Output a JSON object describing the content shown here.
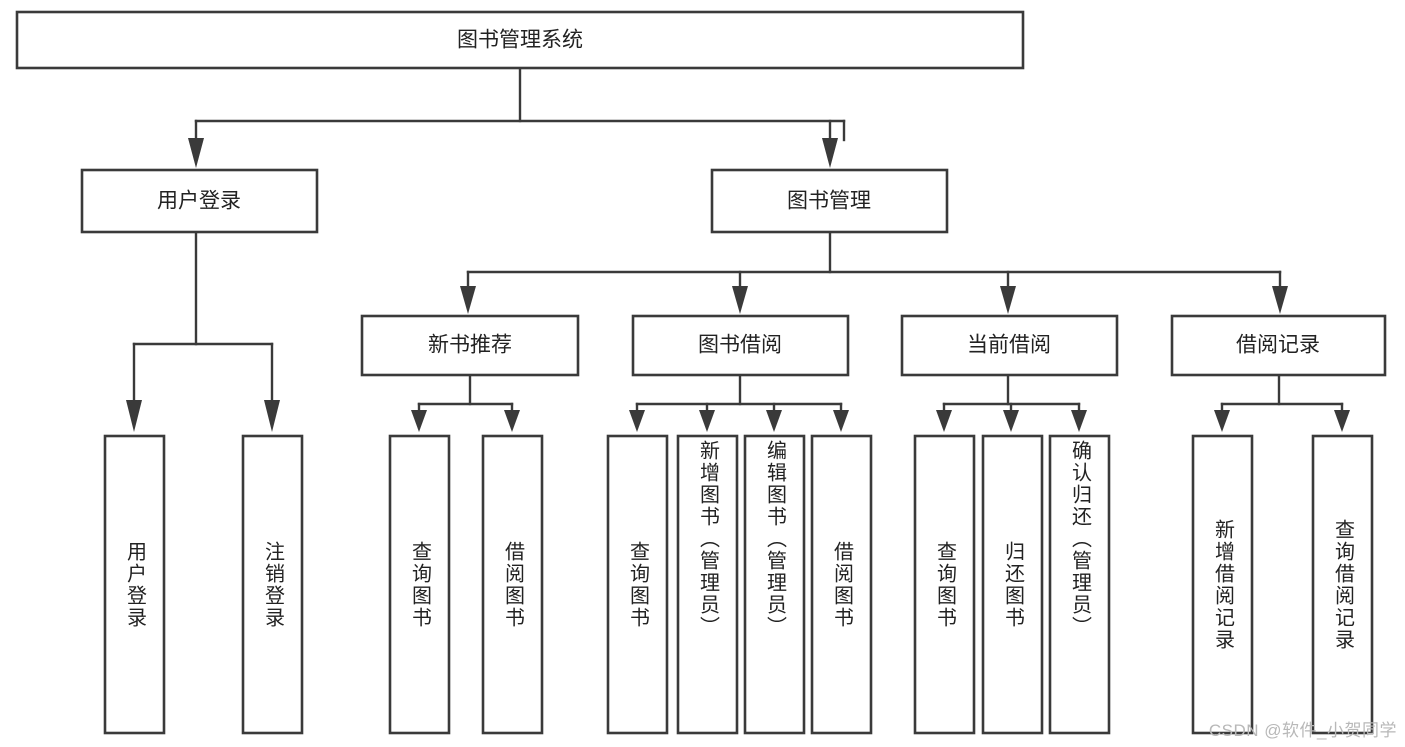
{
  "diagram": {
    "type": "tree-hierarchy",
    "title": "图书管理系统",
    "watermark": "CSDN @软件_小贺同学",
    "levels": {
      "root": {
        "label": "图书管理系统"
      },
      "level2": [
        {
          "id": "user-login",
          "label": "用户登录"
        },
        {
          "id": "book-management",
          "label": "图书管理"
        }
      ],
      "level3": [
        {
          "id": "new-book-recommend",
          "label": "新书推荐",
          "parent": "book-management"
        },
        {
          "id": "book-borrow",
          "label": "图书借阅",
          "parent": "book-management"
        },
        {
          "id": "current-borrow",
          "label": "当前借阅",
          "parent": "book-management"
        },
        {
          "id": "borrow-record",
          "label": "借阅记录",
          "parent": "book-management"
        }
      ],
      "leaves": [
        {
          "id": "leaf-user-login",
          "label": "用户登录",
          "parent": "user-login"
        },
        {
          "id": "leaf-user-logout",
          "label": "注销登录",
          "parent": "user-login"
        },
        {
          "id": "leaf-query-book-1",
          "label": "查询图书",
          "parent": "new-book-recommend"
        },
        {
          "id": "leaf-borrow-book-1",
          "label": "借阅图书",
          "parent": "new-book-recommend"
        },
        {
          "id": "leaf-query-book-2",
          "label": "查询图书",
          "parent": "book-borrow"
        },
        {
          "id": "leaf-add-book",
          "label": "新增图书（管理员）",
          "parent": "book-borrow"
        },
        {
          "id": "leaf-edit-book",
          "label": "编辑图书（管理员）",
          "parent": "book-borrow"
        },
        {
          "id": "leaf-borrow-book-2",
          "label": "借阅图书",
          "parent": "book-borrow"
        },
        {
          "id": "leaf-query-book-3",
          "label": "查询图书",
          "parent": "current-borrow"
        },
        {
          "id": "leaf-return-book",
          "label": "归还图书",
          "parent": "current-borrow"
        },
        {
          "id": "leaf-confirm-return",
          "label": "确认归还（管理员）",
          "parent": "current-borrow"
        },
        {
          "id": "leaf-add-record",
          "label": "新增借阅记录",
          "parent": "borrow-record"
        },
        {
          "id": "leaf-query-record",
          "label": "查询借阅记录",
          "parent": "borrow-record"
        }
      ]
    },
    "colors": {
      "stroke": "#3a3a3a",
      "fill": "#ffffff",
      "text": "#222222",
      "watermark": "#b8b8b8"
    }
  }
}
